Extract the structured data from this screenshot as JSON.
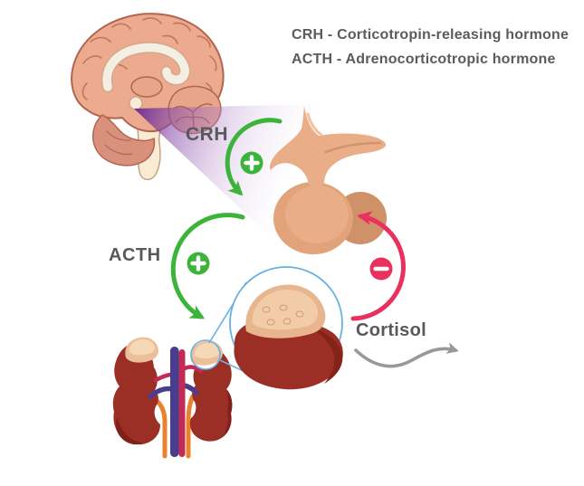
{
  "diagram_title": "HPA axis hormone feedback diagram",
  "legend": {
    "line1": "CRH - Corticotropin-releasing hormone",
    "line2": "ACTH - Adrenocorticotropic hormone"
  },
  "labels": {
    "crh": "CRH",
    "acth": "ACTH",
    "cortisol": "Cortisol"
  },
  "icons": {
    "stimulation_badge": "plus-icon",
    "inhibition_badge": "minus-icon",
    "crh_pathway": "curved-green-arrow",
    "acth_pathway": "curved-green-arrow",
    "negative_feedback": "curved-pink-arrow",
    "cortisol_release": "wavy-gray-arrow",
    "adrenal_zoom": "magnifier-circle"
  },
  "colors": {
    "stimulate-green": "#3cb43c",
    "inhibit-pink": "#e8315f",
    "beam-purple": "#71308f",
    "label-gray": "#58595b",
    "legend-gray": "#5a5b5d",
    "release-gray": "#97989a",
    "magnifier-blue": "#69b1e0",
    "brain-skin": "#ecab8e",
    "brain-outline": "#b2654e",
    "pituitary-tan": "#e9ad87",
    "kidney-maroon": "#9b2f26",
    "adrenal-tan": "#eabf99"
  }
}
